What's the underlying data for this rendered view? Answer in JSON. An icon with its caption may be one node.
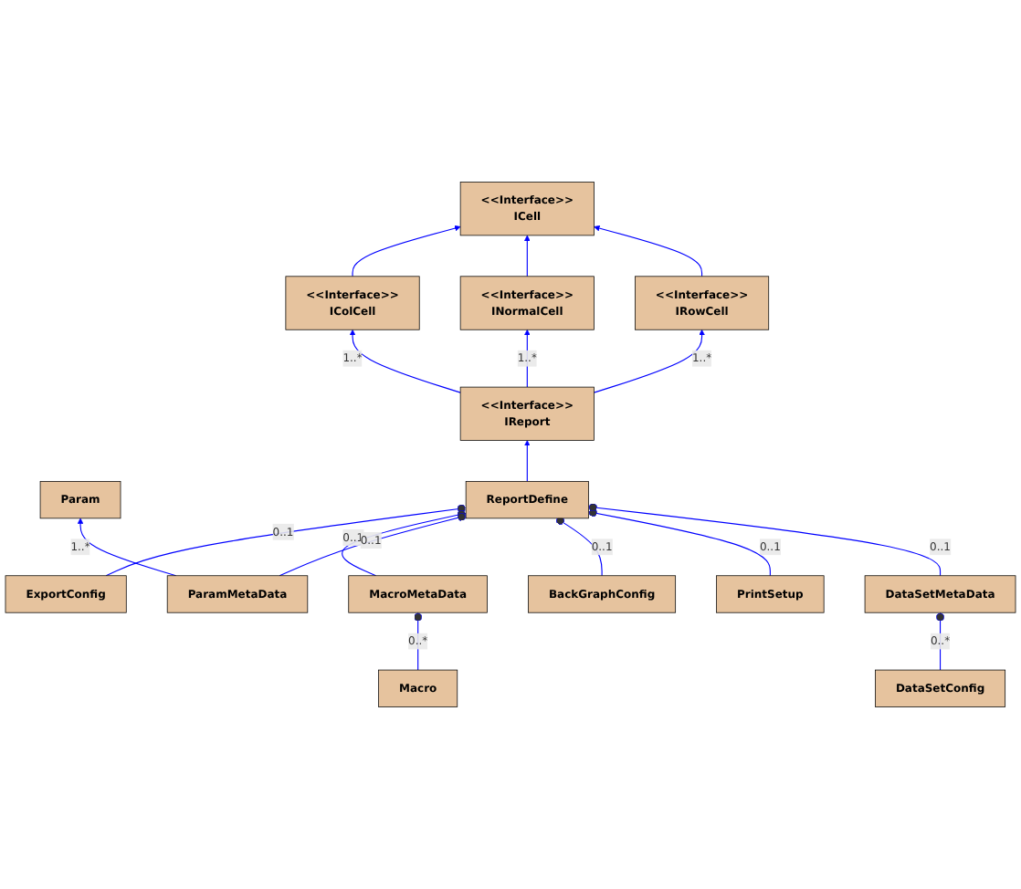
{
  "diagram": {
    "nodes": [
      {
        "text": [
          "<<Interface>>",
          "ICell"
        ]
      },
      {
        "text": [
          "<<Interface>>",
          "IColCell"
        ]
      },
      {
        "text": [
          "<<Interface>>",
          "INormalCell"
        ]
      },
      {
        "text": [
          "<<Interface>>",
          "IRowCell"
        ]
      },
      {
        "text": [
          "ExportConfig"
        ]
      },
      {
        "text": [
          "<<Interface>>",
          "IReport"
        ]
      },
      {
        "text": [
          "Param"
        ]
      },
      {
        "text": [
          "MacroMetaData"
        ]
      },
      {
        "text": [
          "ReportDefine"
        ]
      },
      {
        "text": [
          "Macro"
        ]
      },
      {
        "text": [
          "ParamMetaData"
        ]
      },
      {
        "text": [
          "BackGraphConfig"
        ]
      },
      {
        "text": [
          "PrintSetup"
        ]
      },
      {
        "text": [
          "DataSetMetaData"
        ]
      },
      {
        "text": [
          "DataSetConfig"
        ]
      }
    ],
    "edges": [
      {
        "from": 1,
        "to": 0,
        "arrow": "to"
      },
      {
        "from": 2,
        "to": 0,
        "arrow": "to"
      },
      {
        "from": 3,
        "to": 0,
        "arrow": "to"
      },
      {
        "from": 5,
        "to": 1,
        "arrow": "to",
        "label": "1..*"
      },
      {
        "from": 5,
        "to": 2,
        "arrow": "to",
        "label": "1..*"
      },
      {
        "from": 5,
        "to": 3,
        "arrow": "to",
        "label": "1..*"
      },
      {
        "from": 8,
        "to": 5,
        "arrow": "to"
      },
      {
        "from": 4,
        "to": 8,
        "arrow": "other",
        "label": "0..1"
      },
      {
        "from": 7,
        "to": 8,
        "arrow": "other",
        "label": "0..1"
      },
      {
        "from": 9,
        "to": 7,
        "arrow": "other",
        "label": "0..*"
      },
      {
        "from": 10,
        "to": 6,
        "arrow": "to",
        "label": "1..*"
      },
      {
        "from": 10,
        "to": 8,
        "arrow": "other",
        "label": "0..1"
      },
      {
        "from": 11,
        "to": 8,
        "arrow": "other",
        "label": "0..1"
      },
      {
        "from": 12,
        "to": 8,
        "arrow": "other",
        "label": "0..1"
      },
      {
        "from": 13,
        "to": 8,
        "arrow": "other",
        "label": "0..1"
      },
      {
        "from": 14,
        "to": 13,
        "arrow": "other",
        "label": "0..*"
      }
    ]
  }
}
